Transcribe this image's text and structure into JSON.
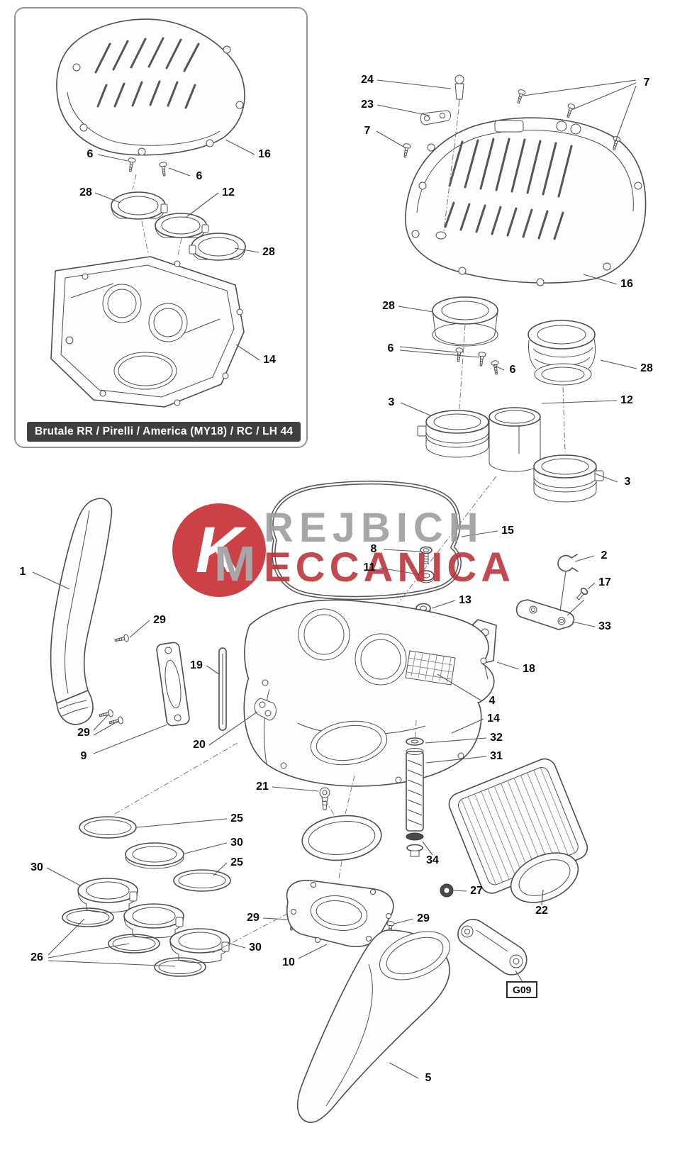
{
  "inset": {
    "caption": "Brutale RR / Pirelli / America (MY18) / RC / LH 44",
    "callouts": [
      "6",
      "6",
      "28",
      "12",
      "16",
      "28",
      "14"
    ]
  },
  "topright": {
    "callouts": [
      "24",
      "23",
      "7",
      "7",
      "16",
      "28",
      "6",
      "6",
      "28",
      "3",
      "12",
      "3"
    ]
  },
  "main": {
    "callouts": [
      "15",
      "8",
      "11",
      "2",
      "13",
      "17",
      "33",
      "1",
      "29",
      "18",
      "19",
      "4",
      "14",
      "29",
      "32",
      "20",
      "9",
      "31",
      "21",
      "25",
      "30",
      "25",
      "30",
      "34",
      "27",
      "22",
      "29",
      "29",
      "30",
      "26",
      "10",
      "5"
    ],
    "g09": "G09"
  },
  "watermark": {
    "k": "K",
    "line1": "REJBICH",
    "m": "M",
    "line2": "ECCANICA"
  },
  "colors": {
    "accent_red": "#c5272d",
    "badge_bg": "#3f3f3f",
    "line": "#4d4d4d"
  }
}
